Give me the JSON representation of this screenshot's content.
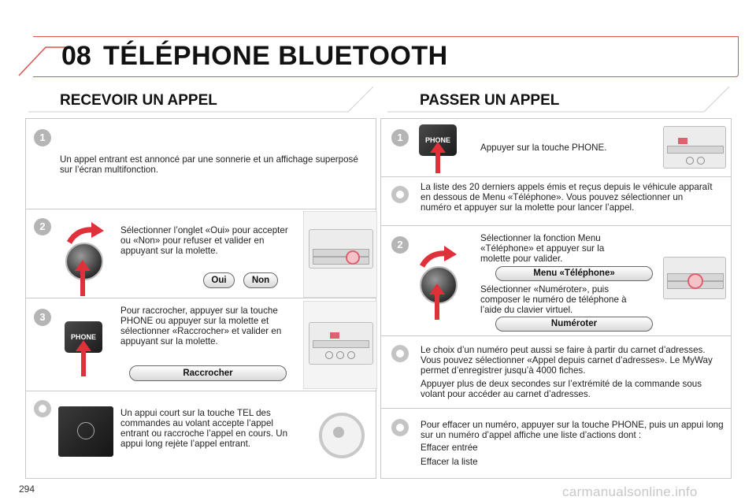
{
  "header": {
    "chapter": "08",
    "title": "TÉLÉPHONE BLUETOOTH"
  },
  "left": {
    "title": "RECEVOIR UN APPEL",
    "steps": [
      {
        "num": "1",
        "text": "Un appel entrant est annoncé par une sonnerie et un affichage superposé sur l’écran multifonction."
      },
      {
        "num": "2",
        "text": "Sélectionner l’onglet «Oui» pour accepter ou «Non» pour refuser et valider en appuyant sur la molette.",
        "btn_yes": "Oui",
        "btn_no": "Non"
      },
      {
        "num": "3",
        "text": "Pour raccrocher, appuyer sur la touche PHONE ou appuyer sur la molette et sélectionner «Raccrocher» et valider en appuyant sur la molette.",
        "button": "Raccrocher",
        "key": "PHONE"
      }
    ],
    "tip": "Un appui court sur la touche TEL des commandes au volant accepte l’appel entrant ou raccroche l’appel en cours. Un appui long rejète l’appel entrant."
  },
  "right": {
    "title": "PASSER UN APPEL",
    "step1": {
      "num": "1",
      "key": "PHONE",
      "text": "Appuyer sur la touche PHONE."
    },
    "tip1": "La liste des 20 derniers appels émis et reçus depuis le véhicule apparaît en dessous de Menu «Téléphone». Vous pouvez sélectionner un numéro et appuyer sur la molette pour lancer l’appel.",
    "step2": {
      "num": "2",
      "text1": "Sélectionner la fonction Menu «Téléphone» et appuyer sur la molette pour valider.",
      "button1": "Menu «Téléphone»",
      "text2": "Sélectionner «Numéroter», puis composer le numéro de téléphone à l’aide du clavier virtuel.",
      "button2": "Numéroter"
    },
    "tip2_a": "Le choix d’un numéro peut aussi se faire à partir du carnet d’adresses. Vous pouvez sélectionner «Appel depuis carnet d’adresses». Le MyWay permet d’enregistrer jusqu’à 4000 fiches.",
    "tip2_b": "Appuyer plus de deux secondes sur l’extrémité de la commande sous volant pour accéder au carnet d’adresses.",
    "tip3_a": "Pour effacer un numéro, appuyer sur la touche PHONE, puis un appui long sur un numéro d’appel affiche une liste d’actions dont :",
    "tip3_b": "Effacer entrée",
    "tip3_c": "Effacer la liste"
  },
  "footer": {
    "page": "294",
    "watermark": "carmanualsonline.info"
  },
  "colors": {
    "accent": "#d9534f",
    "arrow": "#e0303a"
  }
}
